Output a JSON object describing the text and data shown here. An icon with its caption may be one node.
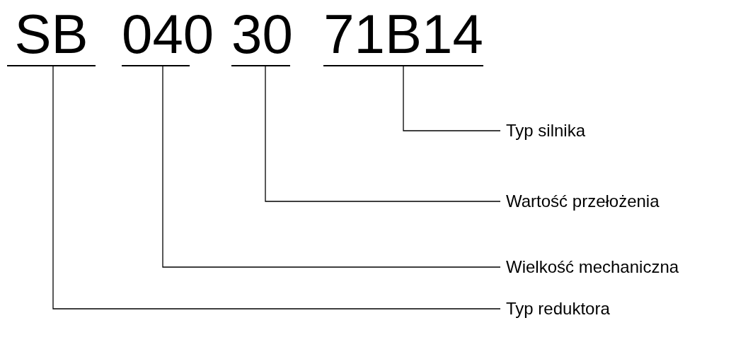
{
  "diagram": {
    "nodes": [
      {
        "text": [
          "SB"
        ]
      },
      {
        "text": [
          "040"
        ]
      },
      {
        "text": [
          "30"
        ]
      },
      {
        "text": [
          "71B14"
        ]
      },
      {
        "text": [
          "Typ silnika"
        ]
      },
      {
        "text": [
          "Wartość przełożenia"
        ]
      },
      {
        "text": [
          "Wielkość mechaniczna"
        ]
      },
      {
        "text": [
          "Typ reduktora"
        ]
      }
    ],
    "edges": [
      {
        "from": 3,
        "to": 4,
        "arrow": "none"
      },
      {
        "from": 2,
        "to": 5,
        "arrow": "none"
      },
      {
        "from": 1,
        "to": 6,
        "arrow": "none"
      },
      {
        "from": 0,
        "to": 7,
        "arrow": "none"
      }
    ]
  }
}
